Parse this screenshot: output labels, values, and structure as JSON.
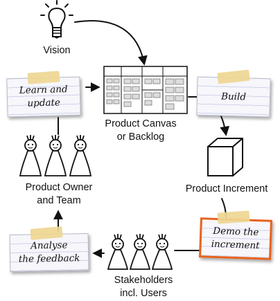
{
  "nodes": {
    "vision": "Vision",
    "backlog_line1": "Product Canvas",
    "backlog_line2": "or Backlog",
    "increment": "Product Increment",
    "team_line1": "Product Owner",
    "team_line2": "and Team",
    "stakeholders_line1": "Stakeholders",
    "stakeholders_line2": "incl. Users"
  },
  "cards": {
    "learn_line1": "Learn and",
    "learn_line2": "update",
    "build": "Build",
    "demo_line1": "Demo the",
    "demo_line2": "increment",
    "analyse_line1": "Analyse",
    "analyse_line2": "the feedback"
  },
  "colors": {
    "highlight_border": "#e8621d",
    "card_tape": "#eed692"
  }
}
